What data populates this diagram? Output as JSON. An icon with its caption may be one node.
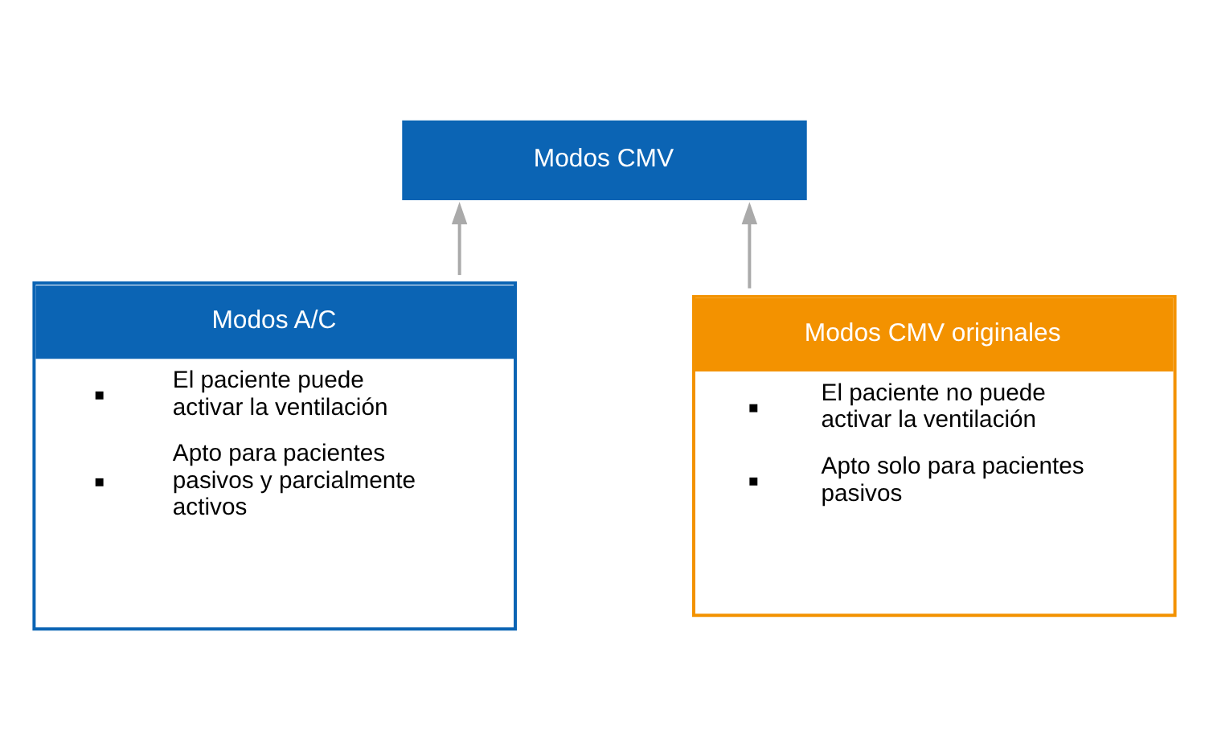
{
  "diagram": {
    "nodes": [
      {
        "text": [
          "Modos CMV"
        ]
      },
      {
        "text": [
          "Modos A/C",
          "El paciente puede activar la ventilación",
          "Apto para pacientes pasivos y parcialmente activos"
        ]
      },
      {
        "text": [
          "Modos CMV originales",
          "El paciente no puede activar la ventilación",
          "Apto solo para pacientes pasivos"
        ]
      }
    ],
    "edges": [
      {
        "from": 1,
        "to": 0,
        "arrow": "to"
      },
      {
        "from": 2,
        "to": 0,
        "arrow": "to"
      }
    ]
  }
}
